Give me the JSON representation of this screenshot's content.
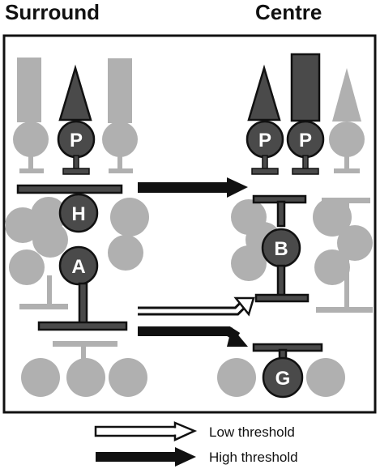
{
  "headings": {
    "surround": "Surround",
    "centre": "Centre"
  },
  "cells": {
    "surround_photoreceptor": "P",
    "horizontal": "H",
    "amacrine": "A",
    "centre_photoreceptor_1": "P",
    "centre_photoreceptor_2": "P",
    "bipolar": "B",
    "ganglion": "G"
  },
  "legend": {
    "low": "Low threshold",
    "high": "High threshold"
  },
  "colors": {
    "active": "#4a4a4a",
    "inactive": "#b0b0b0",
    "outline": "#111111"
  }
}
